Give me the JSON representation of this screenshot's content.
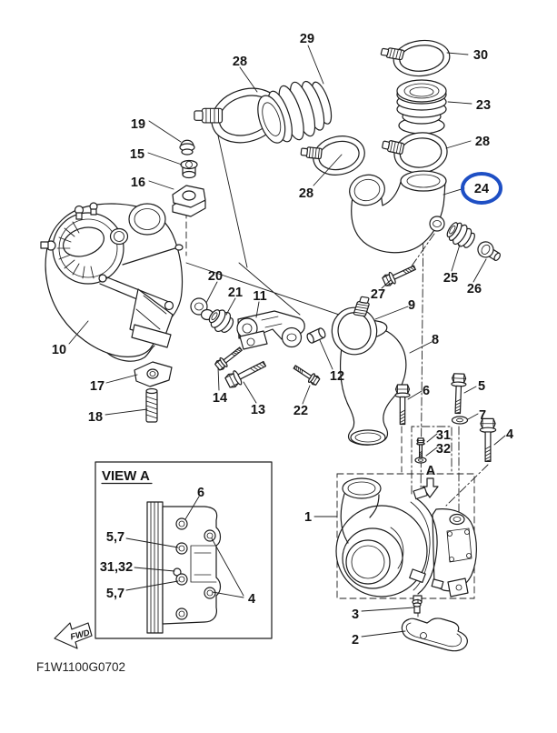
{
  "diagram": {
    "code": "F1W1100G0702",
    "fwd_label": "FWD",
    "assembly_arrow_label": "A",
    "highlight_color": "#1e4fc4",
    "line_color": "#1c1c1c",
    "background": "#ffffff",
    "highlighted_part": "24",
    "callouts": [
      {
        "text": "28"
      },
      {
        "text": "29"
      },
      {
        "text": "30"
      },
      {
        "text": "23"
      },
      {
        "text": "28"
      },
      {
        "text": "24"
      },
      {
        "text": "28"
      },
      {
        "text": "19"
      },
      {
        "text": "15"
      },
      {
        "text": "16"
      },
      {
        "text": "10"
      },
      {
        "text": "20"
      },
      {
        "text": "21"
      },
      {
        "text": "11"
      },
      {
        "text": "27"
      },
      {
        "text": "25"
      },
      {
        "text": "26"
      },
      {
        "text": "9"
      },
      {
        "text": "8"
      },
      {
        "text": "12"
      },
      {
        "text": "14"
      },
      {
        "text": "13"
      },
      {
        "text": "22"
      },
      {
        "text": "17"
      },
      {
        "text": "18"
      },
      {
        "text": "6"
      },
      {
        "text": "5"
      },
      {
        "text": "7"
      },
      {
        "text": "4"
      },
      {
        "text": "31"
      },
      {
        "text": "32"
      },
      {
        "text": "A"
      },
      {
        "text": "1"
      },
      {
        "text": "3"
      },
      {
        "text": "2"
      }
    ],
    "view_a": {
      "title": "VIEW A",
      "labels": [
        {
          "text": "6"
        },
        {
          "text": "5,7"
        },
        {
          "text": "31,32"
        },
        {
          "text": "5,7"
        },
        {
          "text": "4"
        }
      ]
    }
  }
}
